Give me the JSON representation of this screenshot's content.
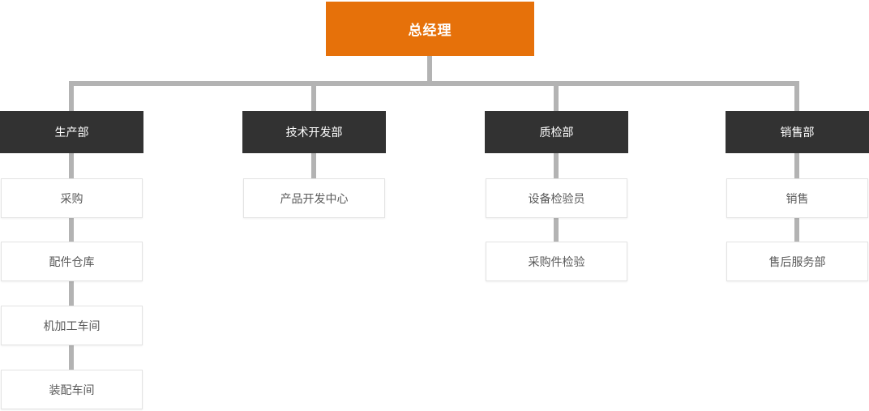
{
  "colors": {
    "root_bg": "#E6710A",
    "root_text": "#FFFFFF",
    "dept_bg": "#323232",
    "dept_text": "#FFFFFF",
    "child_bg": "#FFFFFF",
    "child_border": "#E3E3E3",
    "child_text": "#595959",
    "connector": "#B3B3B3",
    "page_bg": "#FFFFFF"
  },
  "org": {
    "root": {
      "label": "总经理"
    },
    "departments": [
      {
        "label": "生产部",
        "children": [
          "采购",
          "配件仓库",
          "机加工车间",
          "装配车间"
        ]
      },
      {
        "label": "技术开发部",
        "children": [
          "产品开发中心"
        ]
      },
      {
        "label": "质检部",
        "children": [
          "设备检验员",
          "采购件检验"
        ]
      },
      {
        "label": "销售部",
        "children": [
          "销售",
          "售后服务部"
        ]
      }
    ]
  }
}
